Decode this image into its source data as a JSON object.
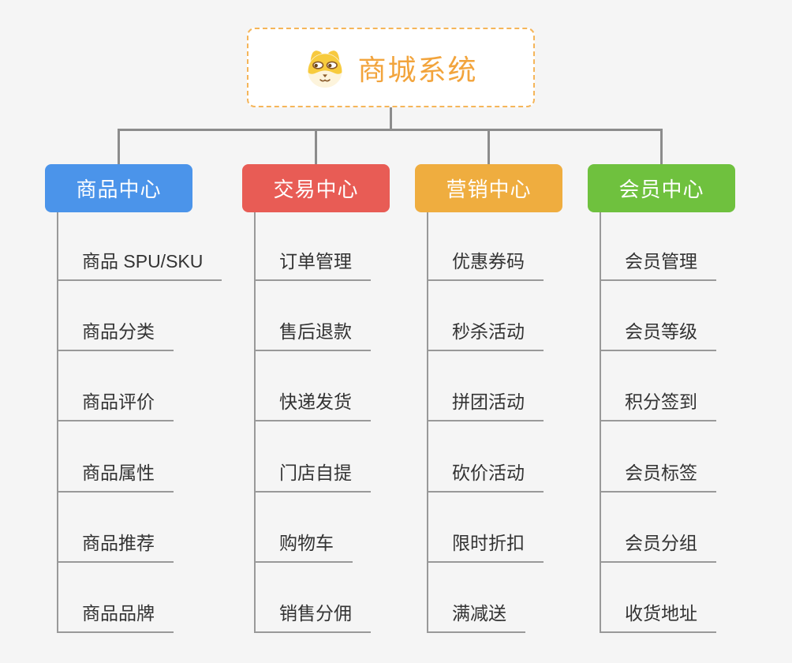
{
  "root": {
    "title": "商城系统",
    "icon": "dog-mascot",
    "text_color": "#F2A43C",
    "border_color": "#F5B559"
  },
  "branches": [
    {
      "label": "商品中心",
      "color": "#4B94EA",
      "items": [
        "商品 SPU/SKU",
        "商品分类",
        "商品评价",
        "商品属性",
        "商品推荐",
        "商品品牌"
      ]
    },
    {
      "label": "交易中心",
      "color": "#E85C55",
      "items": [
        "订单管理",
        "售后退款",
        "快递发货",
        "门店自提",
        "购物车",
        "销售分佣"
      ]
    },
    {
      "label": "营销中心",
      "color": "#EFAD3F",
      "items": [
        "优惠券码",
        "秒杀活动",
        "拼团活动",
        "砍价活动",
        "限时折扣",
        "满减送"
      ]
    },
    {
      "label": "会员中心",
      "color": "#6FC13E",
      "items": [
        "会员管理",
        "会员等级",
        "积分签到",
        "会员标签",
        "会员分组",
        "收货地址"
      ]
    }
  ],
  "colors": {
    "background": "#F5F5F5",
    "connector": "#8C8C8C",
    "item_line": "#999999",
    "item_text": "#333333"
  }
}
